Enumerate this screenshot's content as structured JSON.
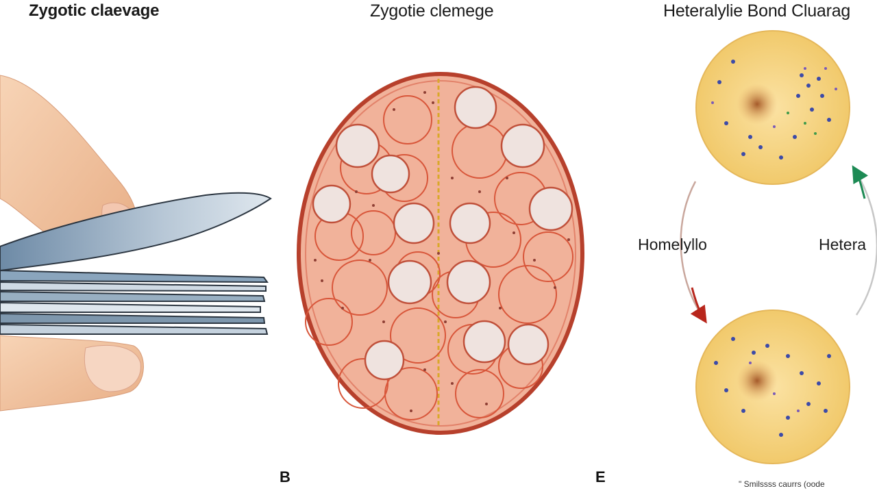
{
  "titles": {
    "left": "Zygotic claevage",
    "center": "Zygotie clemege",
    "right": "Heteralylie Bond Cluarag"
  },
  "labels": {
    "left": "Homelyllo",
    "right": "Hetera"
  },
  "panel_letters": {
    "b": "B",
    "e": "E"
  },
  "footnote": "\" Smilssss caurrs (oode",
  "colors": {
    "embryo_fill": "#f1b29a",
    "embryo_border": "#b7402c",
    "cell_fill": "#efe3df",
    "cell_border": "#c0503a",
    "cytoplasm": "#f5d27c",
    "arrow_red": "#b8261c",
    "arrow_green": "#1d8a54",
    "skin": "#f4c9a5"
  }
}
